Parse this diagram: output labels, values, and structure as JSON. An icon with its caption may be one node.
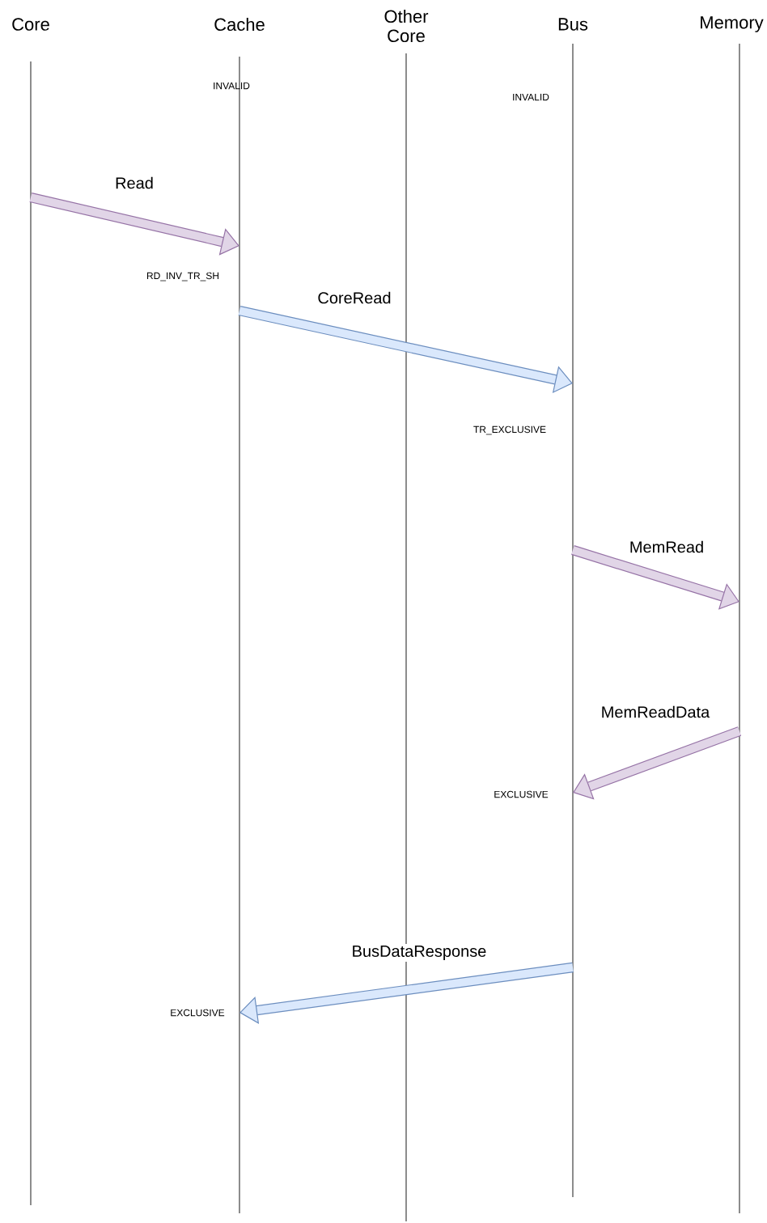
{
  "diagram": {
    "nodes": [
      {
        "text": [
          "Core"
        ]
      },
      {
        "text": [
          "Cache"
        ]
      },
      {
        "text": [
          "Other Core"
        ]
      },
      {
        "text": [
          "Bus"
        ]
      },
      {
        "text": [
          "Memory"
        ]
      }
    ],
    "edges": [
      {
        "from": 0,
        "to": 1,
        "arrow": "to",
        "label": "Read"
      },
      {
        "from": 1,
        "to": 3,
        "arrow": "to",
        "label": "CoreRead",
        "color": "#6c8ebf"
      },
      {
        "from": 3,
        "to": 4,
        "arrow": "to",
        "label": "MemRead"
      },
      {
        "from": 4,
        "to": 3,
        "arrow": "to",
        "label": "MemReadData"
      },
      {
        "from": 3,
        "to": 1,
        "arrow": "to",
        "label": "BusDataResponse",
        "color": "#6c8ebf"
      }
    ],
    "labels": [
      "INVALID",
      "INVALID",
      "RD_INV_TR_SH",
      "TR_EXCLUSIVE",
      "EXCLUSIVE",
      "EXCLUSIVE"
    ]
  }
}
